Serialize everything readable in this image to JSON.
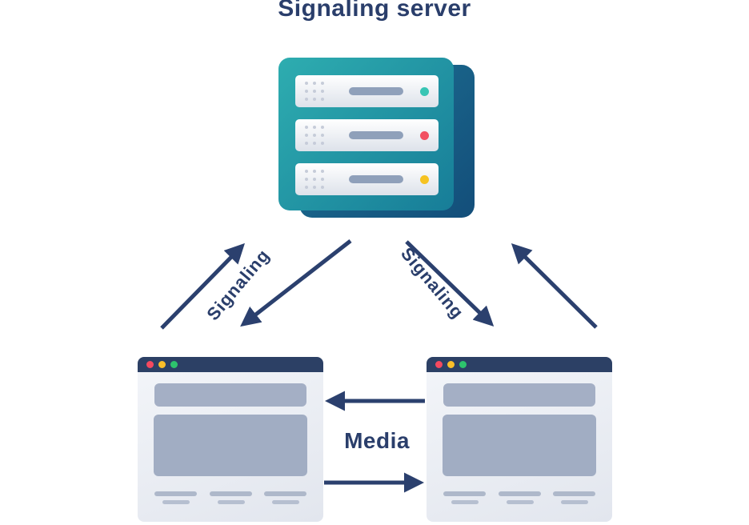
{
  "diagram": {
    "title": "Signaling server",
    "labels": {
      "signaling_left": "Signaling",
      "signaling_right": "Signaling",
      "media": "Media"
    }
  },
  "server": {
    "racks": [
      {
        "led": "teal-led-icon",
        "led_color": "#38c5b4"
      },
      {
        "led": "red-led-icon",
        "led_color": "#f25062"
      },
      {
        "led": "yellow-led-icon",
        "led_color": "#f6c322"
      }
    ]
  },
  "browsers": [
    {
      "side": "left",
      "traffic_lights": [
        "#f5495f",
        "#fcbf29",
        "#2dc46d"
      ]
    },
    {
      "side": "right",
      "traffic_lights": [
        "#f5495f",
        "#fcbf29",
        "#2dc46d"
      ]
    }
  ],
  "colors": {
    "text_navy": "#2a3e6b",
    "arrow_navy": "#2b406e",
    "server_teal_light": "#2eadb0",
    "server_teal_dark": "#177d98",
    "server_shadow_a": "#1e7495",
    "server_shadow_b": "#134e7a",
    "titlebar": "#2c4065",
    "panel": "#a4afc5",
    "panel2": "#a1adc3",
    "line1": "#aeb8ca",
    "line2": "#b6bfd0",
    "slot": "#8fa0ba",
    "vent": "#c6ccd9"
  }
}
